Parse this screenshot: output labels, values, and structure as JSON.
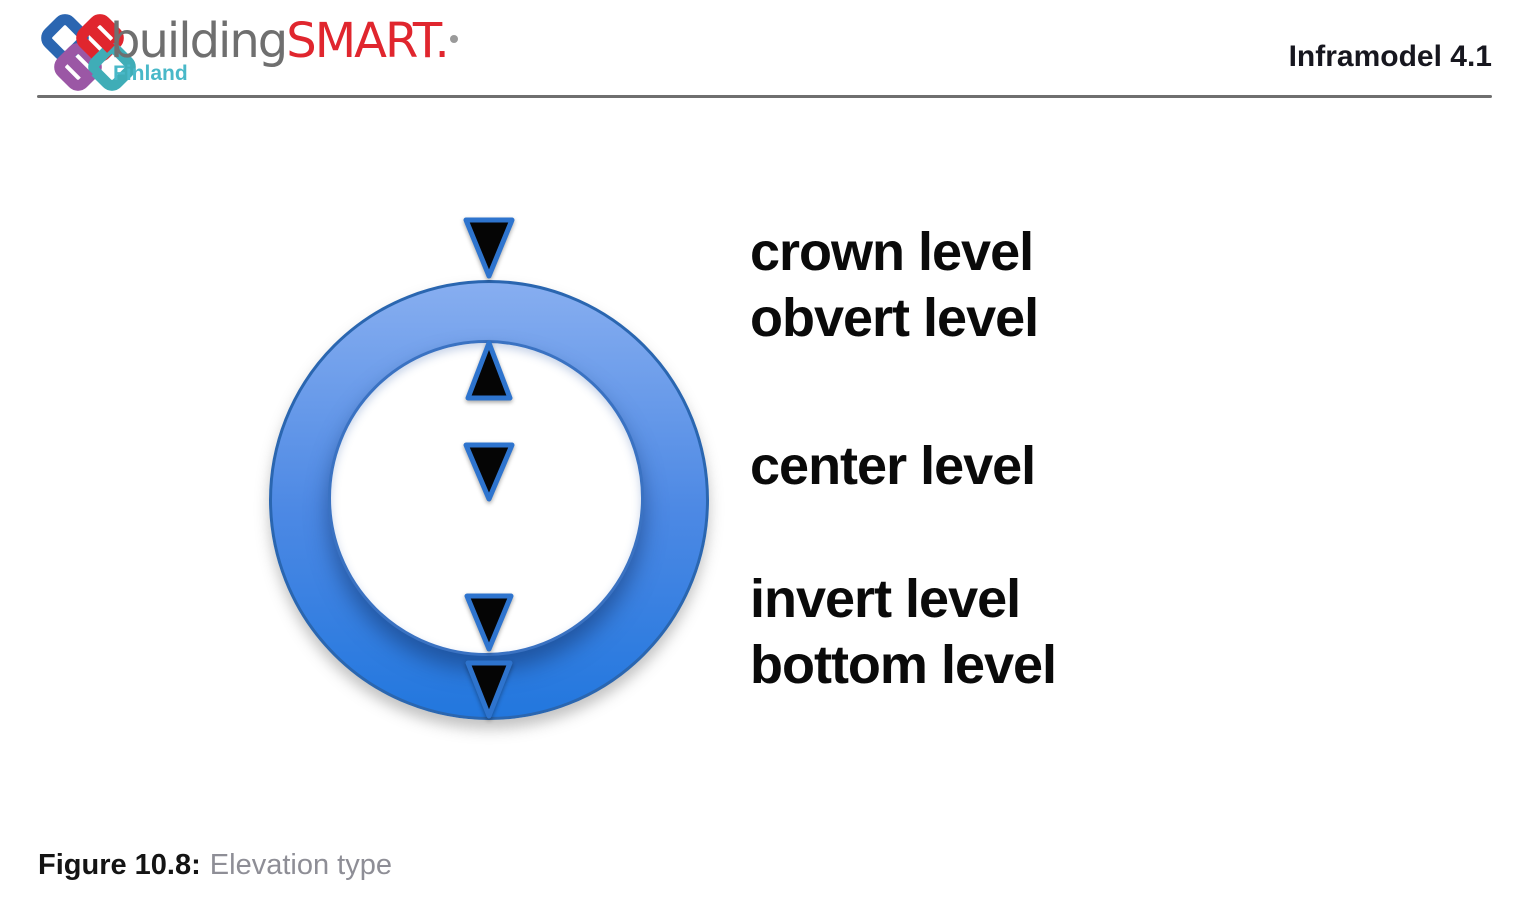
{
  "page": {
    "header": {
      "logo": {
        "word_building": "building",
        "word_smart": "SMART.",
        "region": "Finland"
      },
      "document_title": "Inframodel 4.1"
    },
    "figure": {
      "labels": {
        "crown": "crown level",
        "obvert": "obvert level",
        "center": "center level",
        "invert": "invert level",
        "bottom": "bottom level"
      }
    },
    "caption": {
      "label": "Figure 10.8:",
      "text": "Elevation type"
    },
    "colors": {
      "brand_gray": "#6F6F6F",
      "brand_red": "#E0262E",
      "brand_teal": "#49B8C8",
      "logo_blue": "#2B66B1",
      "logo_purple": "#9B57A5",
      "ring_gradient_top": "#87AEF0",
      "ring_gradient_bottom": "#2277DE",
      "ring_stroke": "#2A66B0",
      "arrow_fill": "#050505",
      "arrow_stroke": "#2E74CE",
      "rule_gray": "#6F6F6F",
      "caption_gray": "#8E8E96"
    }
  }
}
